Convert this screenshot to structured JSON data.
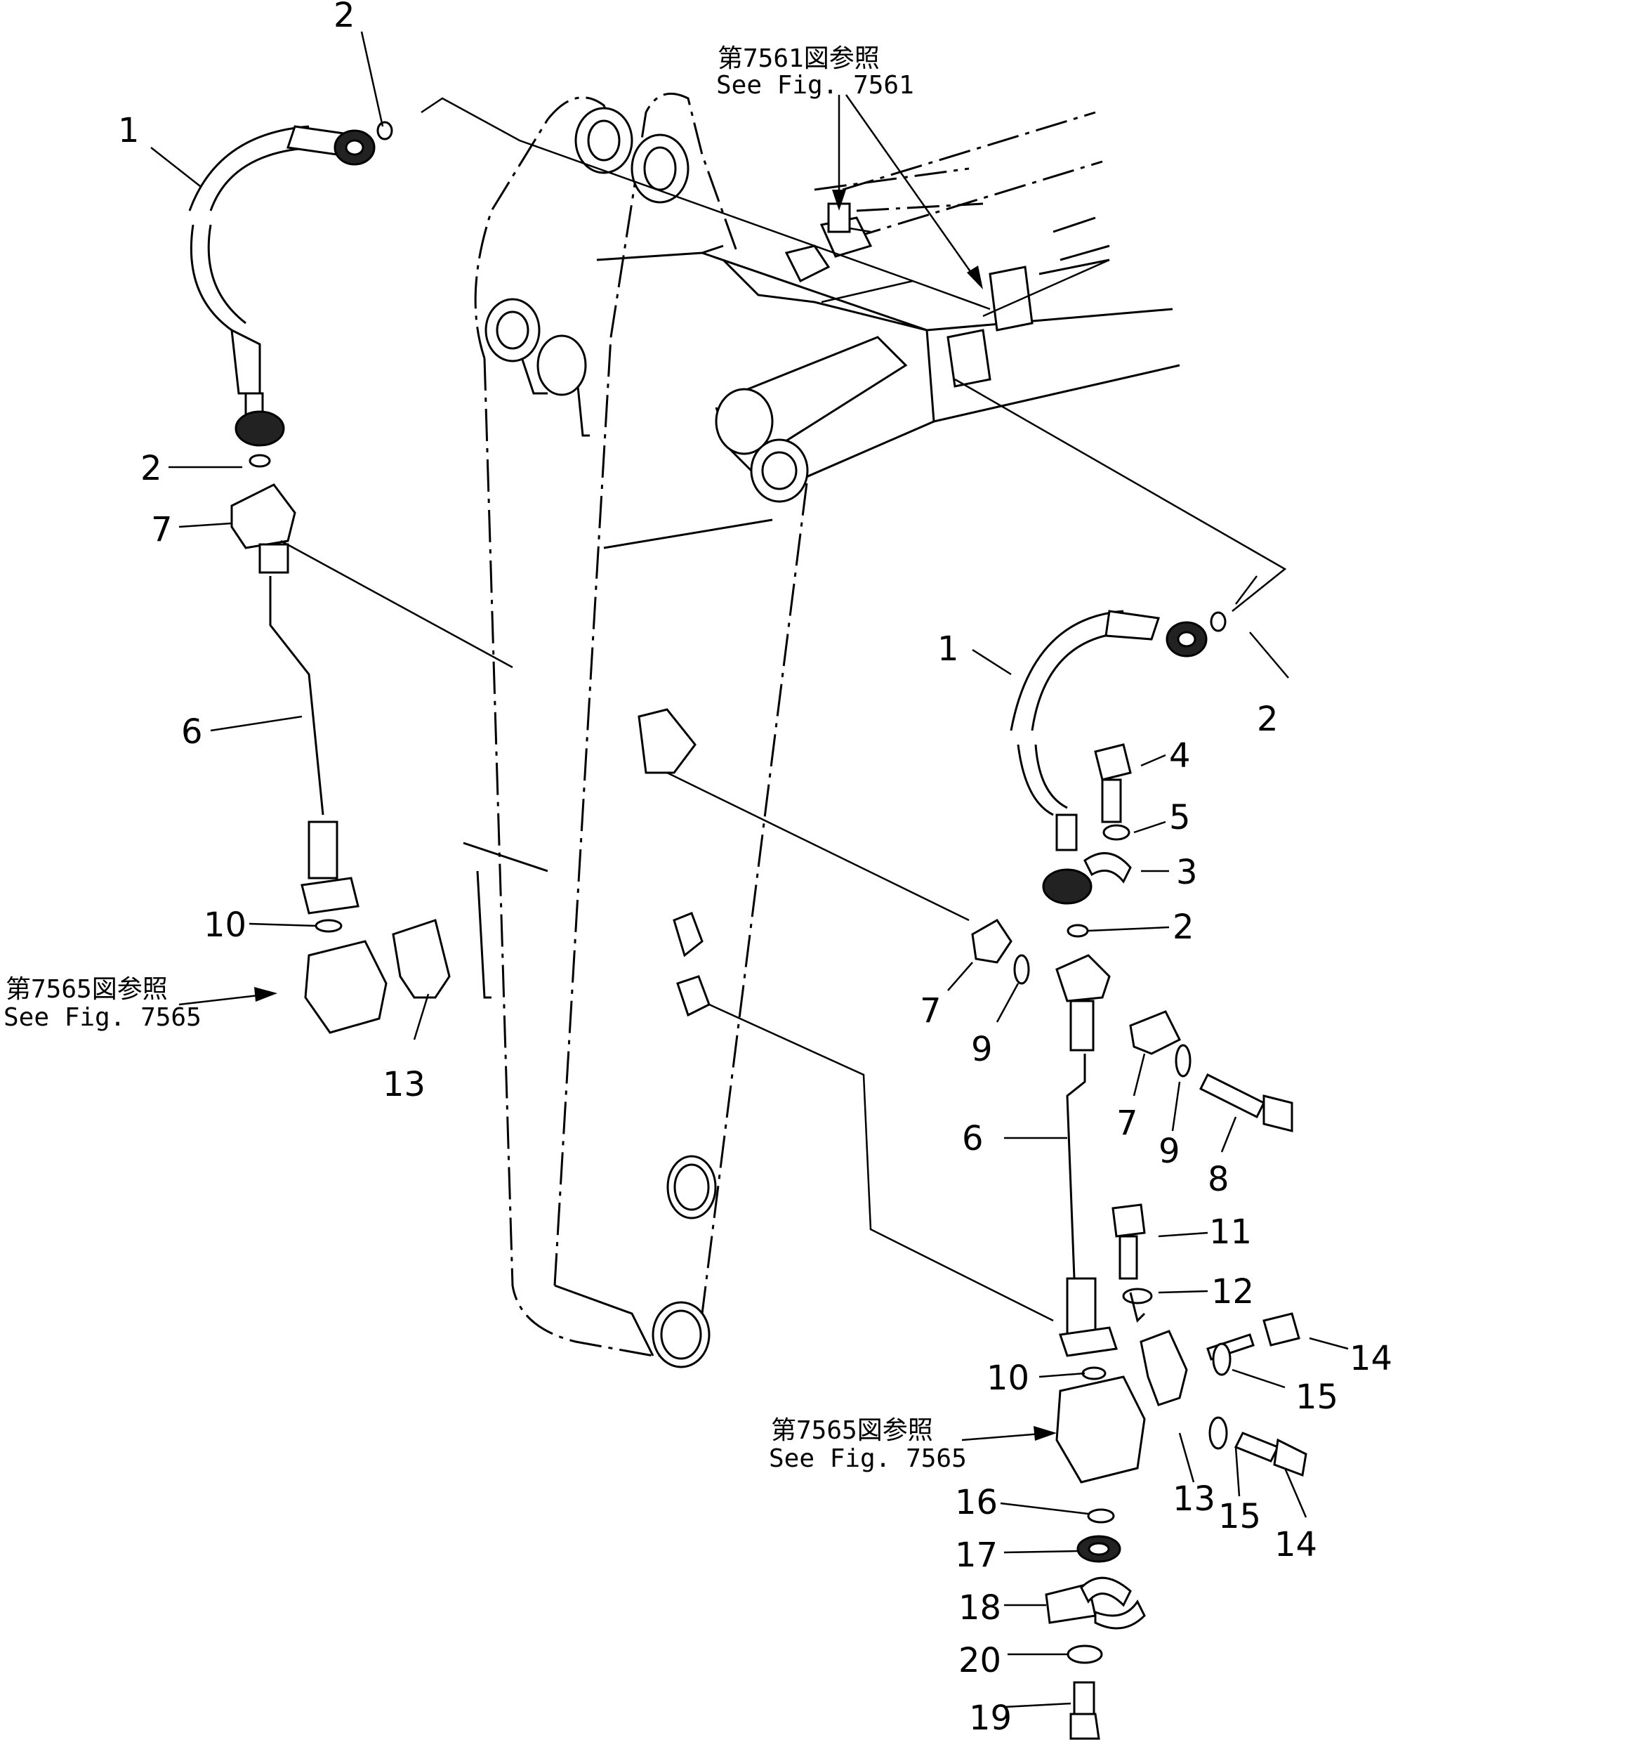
{
  "callouts": {
    "c2_top": "2",
    "c1_left": "1",
    "c2_left": "2",
    "c7_left": "7",
    "c6_left": "6",
    "c10_left": "10",
    "c13_left": "13",
    "c1_right": "1",
    "c2_right_a": "2",
    "c4": "4",
    "c5": "5",
    "c3": "3",
    "c2_right_b": "2",
    "c7_mid": "7",
    "c9_mid": "9",
    "c7_right": "7",
    "c9_right": "9",
    "c8": "8",
    "c6_right": "6",
    "c11": "11",
    "c12": "12",
    "c14_a": "14",
    "c15_a": "15",
    "c10_right": "10",
    "c13_right": "13",
    "c15_b": "15",
    "c14_b": "14",
    "c16": "16",
    "c17": "17",
    "c18": "18",
    "c20": "20",
    "c19": "19"
  },
  "references": {
    "top_jp": "第7561図参照",
    "top_en": "See Fig. 7561",
    "left_jp": "第7565図参照",
    "left_en": "See Fig. 7565",
    "bottom_jp": "第7565図参照",
    "bottom_en": "See Fig. 7565"
  }
}
